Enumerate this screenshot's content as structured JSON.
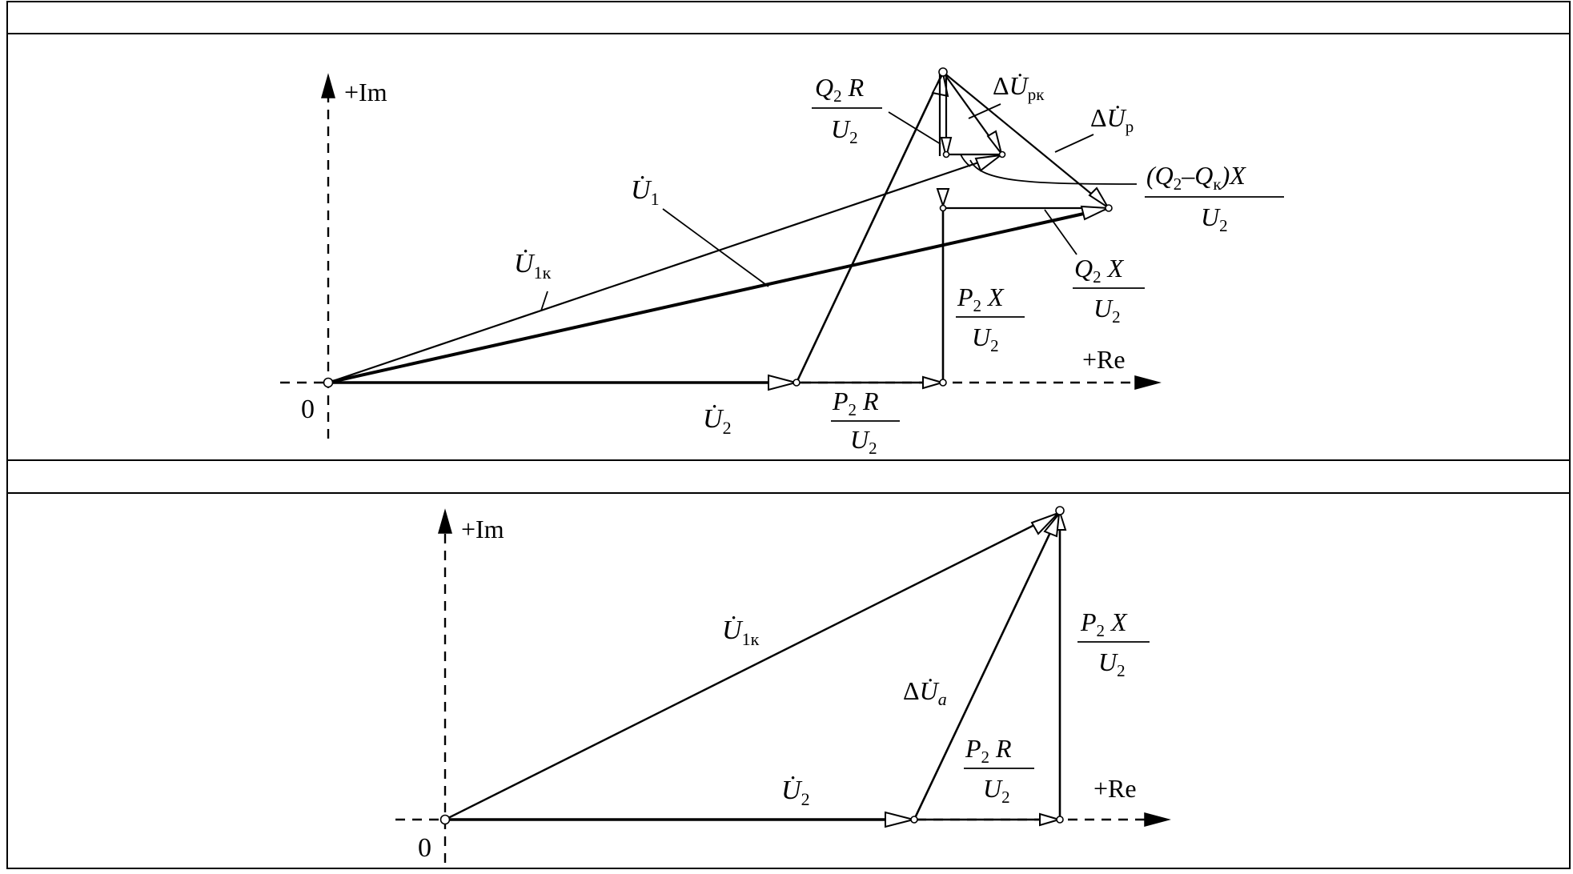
{
  "diagram_top": {
    "axis_im": "+Im",
    "axis_re": "+Re",
    "origin": "0",
    "u1_label": "U̇",
    "u1_sub": "1",
    "u1k_label": "U̇",
    "u1k_sub": "1к",
    "u2_label": "U̇",
    "u2_sub": "2",
    "p2r_num": "P",
    "p2r_num_sub": "2",
    "p2r_num_tail": " R",
    "p2r_den": "U",
    "p2r_den_sub": "2",
    "p2x_num": "P",
    "p2x_num_sub": "2",
    "p2x_num_tail": " X",
    "p2x_den": "U",
    "p2x_den_sub": "2",
    "q2r_num": "Q",
    "q2r_num_sub": "2",
    "q2r_num_tail": " R",
    "q2r_den": "U",
    "q2r_den_sub": "2",
    "q2x_num": "Q",
    "q2x_num_sub": "2",
    "q2x_num_tail": " X",
    "q2x_den": "U",
    "q2x_den_sub": "2",
    "dupk_delta": "Δ",
    "dupk_label": "U̇",
    "dupk_sub": "рк",
    "dup_delta": "Δ",
    "dup_label": "U̇",
    "dup_sub": "р",
    "qqk_num_a": "(Q",
    "qqk_num_a_sub": "2",
    "qqk_num_b": "–Q",
    "qqk_num_b_sub": "к",
    "qqk_num_c": ")X",
    "qqk_den": "U",
    "qqk_den_sub": "2"
  },
  "diagram_bottom": {
    "axis_im": "+Im",
    "axis_re": "+Re",
    "origin": "0",
    "u1k_label": "U̇",
    "u1k_sub": "1к",
    "u2_label": "U̇",
    "u2_sub": "2",
    "dua_delta": "Δ",
    "dua_label": "U̇",
    "dua_sub": "a",
    "p2r_num": "P",
    "p2r_num_sub": "2",
    "p2r_num_tail": " R",
    "p2r_den": "U",
    "p2r_den_sub": "2",
    "p2x_num": "P",
    "p2x_num_sub": "2",
    "p2x_num_tail": " X",
    "p2x_den": "U",
    "p2x_den_sub": "2"
  }
}
